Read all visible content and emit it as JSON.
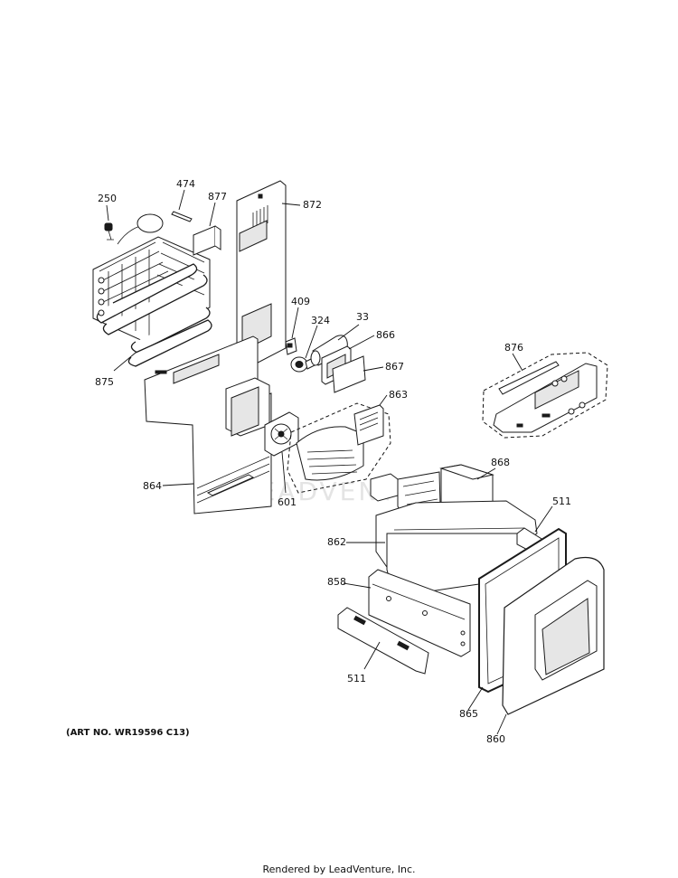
{
  "callouts": [
    {
      "id": "250",
      "label": "250"
    },
    {
      "id": "474",
      "label": "474"
    },
    {
      "id": "877",
      "label": "877"
    },
    {
      "id": "872",
      "label": "872"
    },
    {
      "id": "875",
      "label": "875"
    },
    {
      "id": "409",
      "label": "409"
    },
    {
      "id": "324",
      "label": "324"
    },
    {
      "id": "33",
      "label": "33"
    },
    {
      "id": "866",
      "label": "866"
    },
    {
      "id": "867",
      "label": "867"
    },
    {
      "id": "863",
      "label": "863"
    },
    {
      "id": "876",
      "label": "876"
    },
    {
      "id": "864",
      "label": "864"
    },
    {
      "id": "601",
      "label": "601"
    },
    {
      "id": "868",
      "label": "868"
    },
    {
      "id": "511a",
      "label": "511"
    },
    {
      "id": "862",
      "label": "862"
    },
    {
      "id": "858",
      "label": "858"
    },
    {
      "id": "511b",
      "label": "511"
    },
    {
      "id": "865",
      "label": "865"
    },
    {
      "id": "860",
      "label": "860"
    }
  ],
  "watermark": "LEADVENTURE",
  "art_no": "(ART NO. WR19596 C13)",
  "footer": "Rendered by LeadVenture, Inc."
}
